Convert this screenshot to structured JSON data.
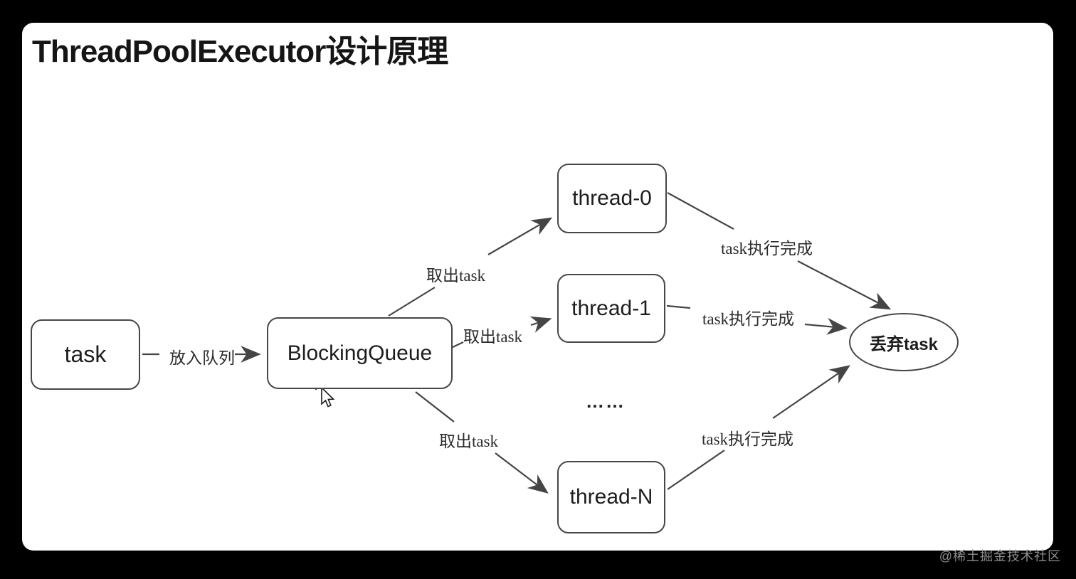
{
  "title": "ThreadPoolExecutor设计原理",
  "watermark": "@稀土掘金技术社区",
  "page": {
    "background": "#000000",
    "panel_background": "#ffffff"
  },
  "diagram": {
    "type": "flow-diagram",
    "ellipsis": "……",
    "colors": {
      "line": "#454545",
      "box_border": "#474747",
      "text": "#1d1d1d",
      "label_text": "#2b2b2b",
      "watermark": "#8d8d8d"
    },
    "nodes": [
      {
        "id": "task",
        "label": "task",
        "shape": "rounded-rect"
      },
      {
        "id": "blocking-queue",
        "label": "BlockingQueue",
        "shape": "rounded-rect"
      },
      {
        "id": "thread-0",
        "label": "thread-0",
        "shape": "rounded-rect"
      },
      {
        "id": "thread-1",
        "label": "thread-1",
        "shape": "rounded-rect"
      },
      {
        "id": "thread-n",
        "label": "thread-N",
        "shape": "rounded-rect"
      },
      {
        "id": "discard-task",
        "label": "丢弃task",
        "shape": "ellipse"
      }
    ],
    "edges": [
      {
        "from": "task",
        "to": "blocking-queue",
        "label": "放入队列"
      },
      {
        "from": "blocking-queue",
        "to": "thread-0",
        "label": "取出task"
      },
      {
        "from": "blocking-queue",
        "to": "thread-1",
        "label": "取出task"
      },
      {
        "from": "blocking-queue",
        "to": "thread-n",
        "label": "取出task"
      },
      {
        "from": "thread-0",
        "to": "discard-task",
        "label": "task执行完成"
      },
      {
        "from": "thread-1",
        "to": "discard-task",
        "label": "task执行完成"
      },
      {
        "from": "thread-n",
        "to": "discard-task",
        "label": "task执行完成"
      }
    ]
  }
}
